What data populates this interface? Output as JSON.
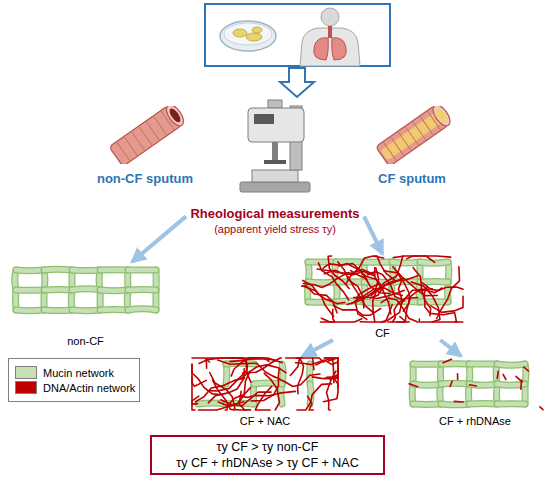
{
  "diagram": {
    "nodes": [
      {
        "text": [
          "non-CF sputum"
        ]
      },
      {
        "text": [
          "Rheological measurements",
          "(apparent yield stress τy)"
        ]
      },
      {
        "text": [
          "CF sputum"
        ]
      },
      {
        "text": [
          "non-CF"
        ]
      },
      {
        "text": [
          "CF"
        ]
      },
      {
        "text": [
          "CF + NAC"
        ]
      },
      {
        "text": [
          "CF + rhDNAse"
        ]
      },
      {
        "text": [
          "τy CF > τy non-CF",
          "τy CF + rhDNAse > τy CF + NAC"
        ]
      }
    ],
    "edges": [
      {
        "from": 1,
        "to": 3,
        "arrow": "to"
      },
      {
        "from": 1,
        "to": 4,
        "arrow": "to"
      },
      {
        "from": 4,
        "to": 5,
        "arrow": "to"
      },
      {
        "from": 4,
        "to": 6,
        "arrow": "to"
      }
    ],
    "legend": [
      {
        "text": "Mucin network",
        "color": "#c5e0b4"
      },
      {
        "text": "DNA/Actin network",
        "color": "#c00000"
      }
    ]
  }
}
